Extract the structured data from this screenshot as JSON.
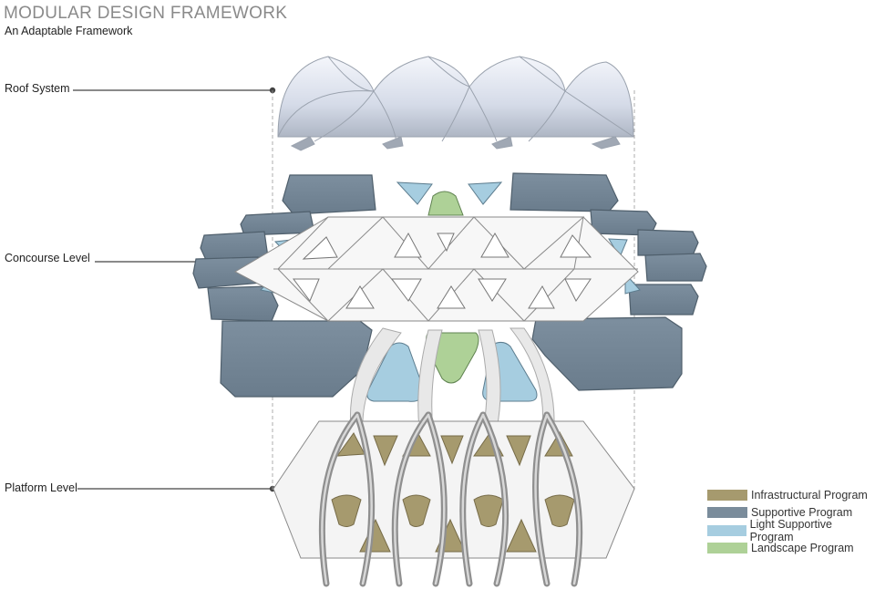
{
  "header": {
    "title": "MODULAR DESIGN FRAMEWORK",
    "subtitle": "An Adaptable Framework"
  },
  "layers": [
    {
      "label": "Roof System"
    },
    {
      "label": "Concourse Level"
    },
    {
      "label": "Platform Level"
    }
  ],
  "legend": [
    {
      "label": "Infrastructural Program",
      "color": "#a69a6e"
    },
    {
      "label": "Supportive Program",
      "color": "#7a8c9b"
    },
    {
      "label": "Light Supportive Program",
      "color": "#a6cde0"
    },
    {
      "label": "Landscape Program",
      "color": "#aed197"
    }
  ]
}
